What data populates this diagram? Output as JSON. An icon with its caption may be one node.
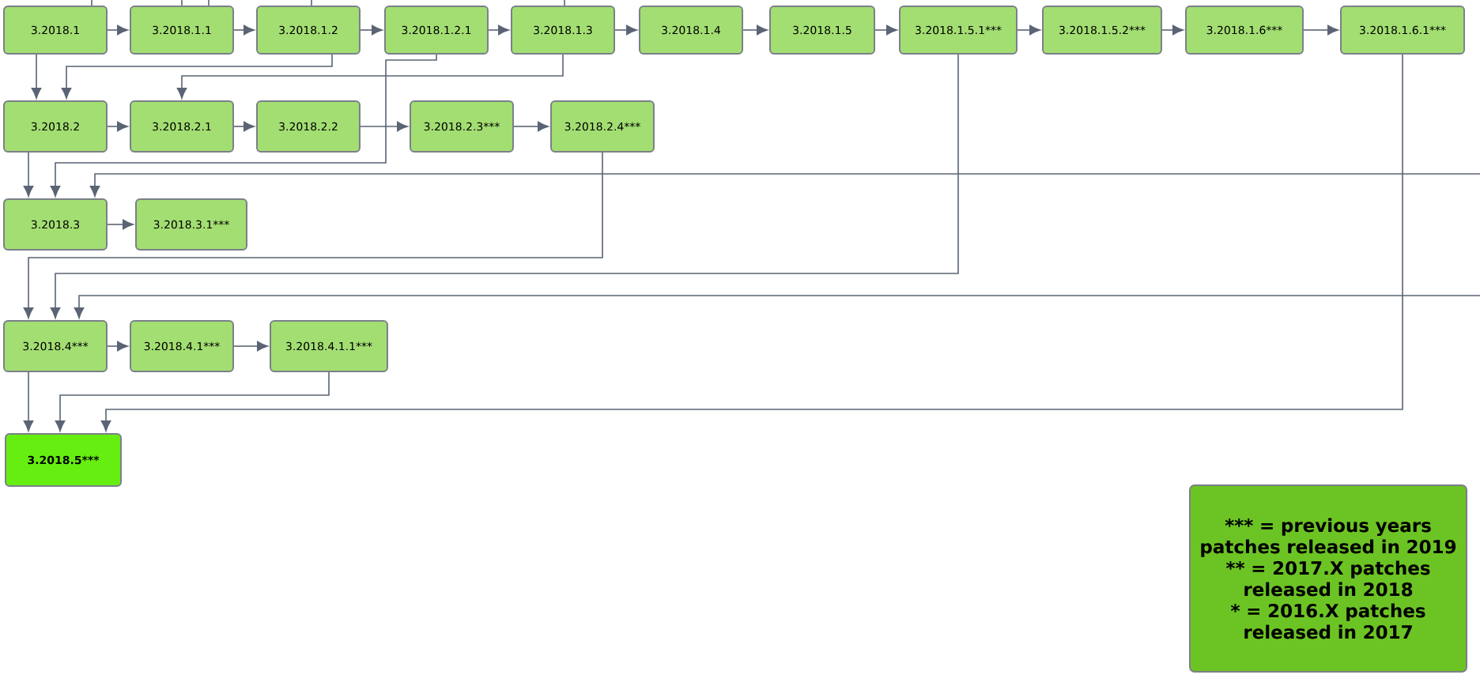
{
  "diagram": {
    "nodes": [
      {
        "text": [
          "3.2018.1"
        ]
      },
      {
        "text": [
          "3.2018.1.1"
        ]
      },
      {
        "text": [
          "3.2018.1.2"
        ]
      },
      {
        "text": [
          "3.2018.1.2.1"
        ]
      },
      {
        "text": [
          "3.2018.1.3"
        ]
      },
      {
        "text": [
          "3.2018.1.4"
        ]
      },
      {
        "text": [
          "3.2018.1.5"
        ]
      },
      {
        "text": [
          "3.2018.1.5.1***"
        ]
      },
      {
        "text": [
          "3.2018.1.5.2***"
        ]
      },
      {
        "text": [
          "3.2018.1.6***"
        ]
      },
      {
        "text": [
          "3.2018.1.6.1***"
        ]
      },
      {
        "text": [
          "3.2018.2"
        ]
      },
      {
        "text": [
          "3.2018.2.1"
        ]
      },
      {
        "text": [
          "3.2018.2.2"
        ]
      },
      {
        "text": [
          "3.2018.2.3***"
        ]
      },
      {
        "text": [
          "3.2018.2.4***"
        ]
      },
      {
        "text": [
          "3.2018.3"
        ]
      },
      {
        "text": [
          "3.2018.3.1***"
        ]
      },
      {
        "text": [
          "3.2018.4***"
        ]
      },
      {
        "text": [
          "3.2018.4.1***"
        ]
      },
      {
        "text": [
          "3.2018.4.1.1***"
        ]
      },
      {
        "text": [
          "3.2018.5***"
        ]
      },
      {
        "text": [
          "*** = previous years patches released in 2019",
          "** = 2017.X patches released in 2018",
          "* = 2016.X patches released in 2017"
        ]
      }
    ],
    "edges": [
      {
        "from": 0,
        "to": 1,
        "arrow": "to"
      },
      {
        "from": 1,
        "to": 2,
        "arrow": "to"
      },
      {
        "from": 2,
        "to": 3,
        "arrow": "to"
      },
      {
        "from": 3,
        "to": 4,
        "arrow": "to"
      },
      {
        "from": 4,
        "to": 5,
        "arrow": "to"
      },
      {
        "from": 5,
        "to": 6,
        "arrow": "to"
      },
      {
        "from": 6,
        "to": 7,
        "arrow": "to"
      },
      {
        "from": 7,
        "to": 8,
        "arrow": "to"
      },
      {
        "from": 8,
        "to": 9,
        "arrow": "to"
      },
      {
        "from": 9,
        "to": 10,
        "arrow": "to"
      },
      {
        "from": 11,
        "to": 12,
        "arrow": "to"
      },
      {
        "from": 12,
        "to": 13,
        "arrow": "to"
      },
      {
        "from": 13,
        "to": 14,
        "arrow": "to"
      },
      {
        "from": 14,
        "to": 15,
        "arrow": "to"
      },
      {
        "from": 16,
        "to": 17,
        "arrow": "to"
      },
      {
        "from": 18,
        "to": 19,
        "arrow": "to"
      },
      {
        "from": 19,
        "to": 20,
        "arrow": "to"
      },
      {
        "from": 0,
        "to": 11,
        "arrow": "to"
      },
      {
        "from": 2,
        "to": 11,
        "arrow": "to"
      },
      {
        "from": 4,
        "to": 12,
        "arrow": "to"
      },
      {
        "from": 3,
        "to": 16,
        "arrow": "to"
      },
      {
        "from": 11,
        "to": 16,
        "arrow": "to"
      },
      {
        "from": 15,
        "to": 18,
        "arrow": "to"
      },
      {
        "from": 7,
        "to": 18,
        "arrow": "to"
      },
      {
        "from": null,
        "to": 16,
        "arrow": "to"
      },
      {
        "from": null,
        "to": 18,
        "arrow": "to"
      },
      {
        "from": 18,
        "to": 21,
        "arrow": "to"
      },
      {
        "from": 20,
        "to": 21,
        "arrow": "to"
      },
      {
        "from": 10,
        "to": 21,
        "arrow": "to"
      },
      {
        "from": null,
        "to": 0,
        "arrow": "none"
      },
      {
        "from": null,
        "to": 1,
        "arrow": "none"
      },
      {
        "from": null,
        "to": 1,
        "arrow": "none"
      },
      {
        "from": null,
        "to": 2,
        "arrow": "none"
      },
      {
        "from": null,
        "to": 4,
        "arrow": "none"
      }
    ]
  }
}
